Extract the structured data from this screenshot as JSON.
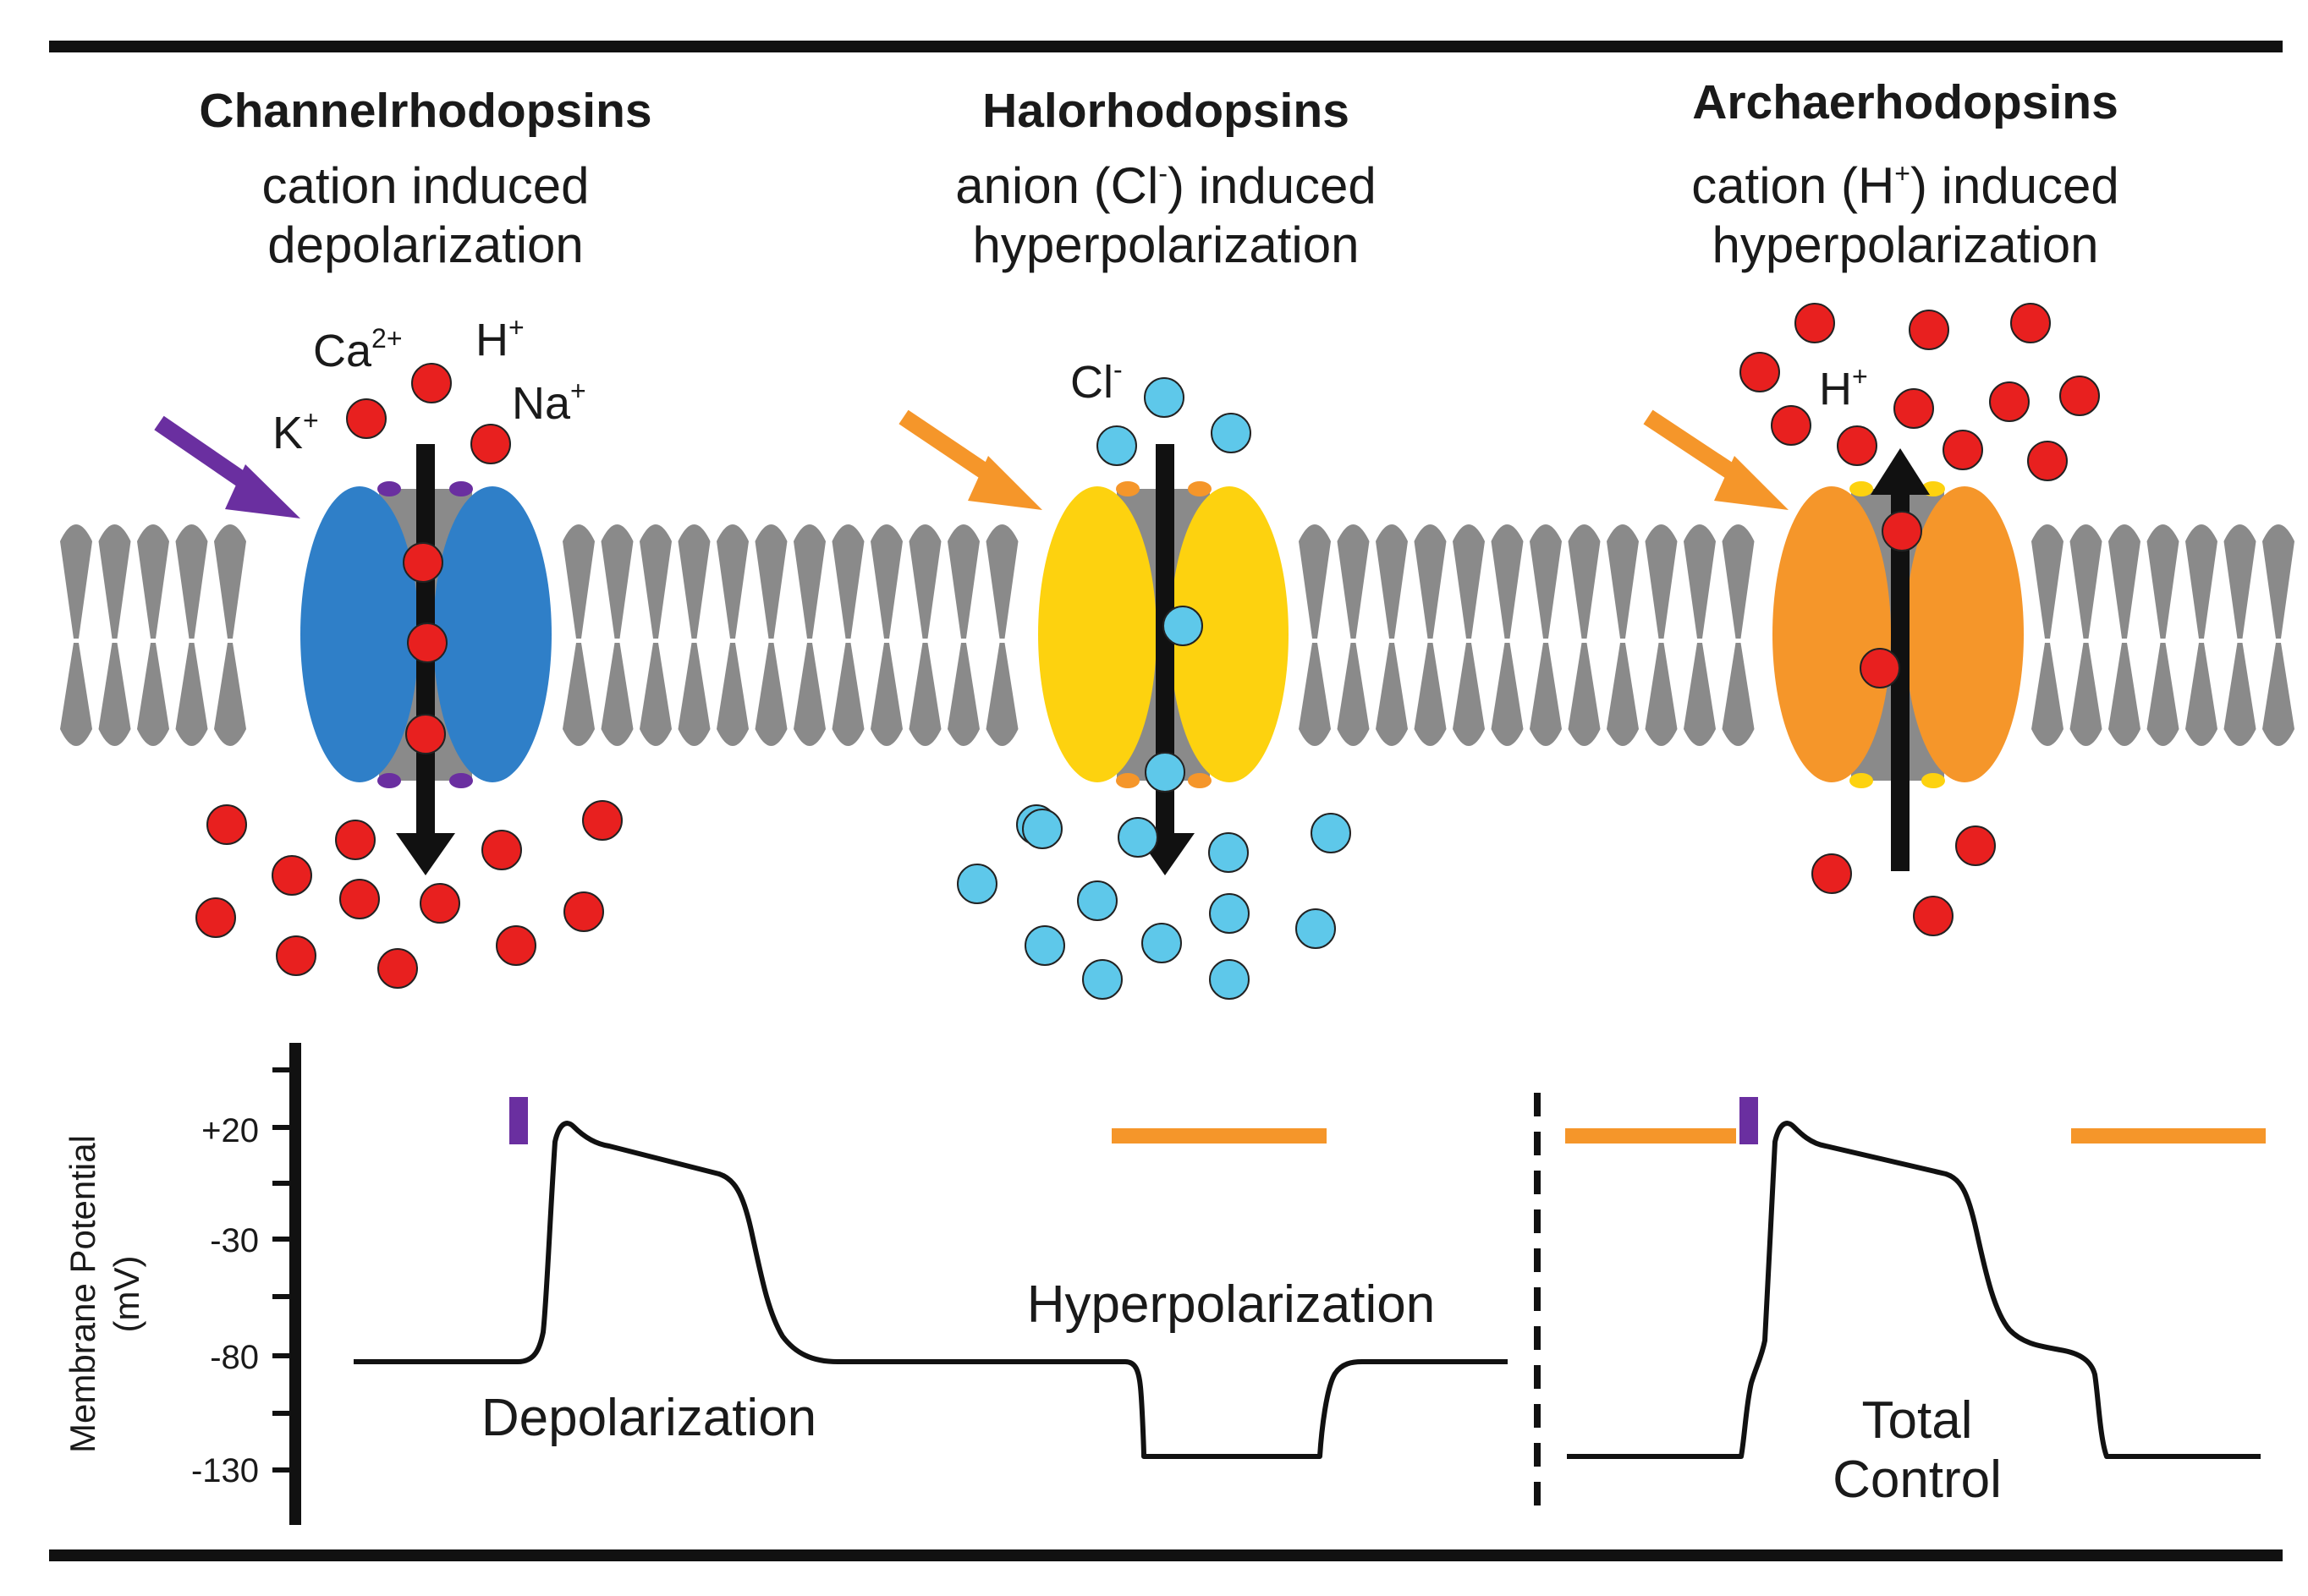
{
  "colors": {
    "channelrhodopsin": "#2f7fc8",
    "halorhodopsin": "#fdd20f",
    "archaerhodopsin": "#f5962a",
    "purple_light": "#6a2fa0",
    "orange_light": "#f5962a",
    "cation": "#e8201f",
    "anion": "#5ec8ea",
    "membrane": "#8a8a8a",
    "trace": "#111111"
  },
  "panels": [
    {
      "title": "Channelrhodopsins",
      "line1": "cation induced",
      "line2": "depolarization"
    },
    {
      "title": "Halorhodopsins",
      "line1_prefix": "anion (Cl",
      "line1_sup": "-",
      "line1_suffix": ") induced",
      "line2": "hyperpolarization"
    },
    {
      "title": "Archaerhodopsins",
      "line1_prefix": "cation (H",
      "line1_sup": "+",
      "line1_suffix": ") induced",
      "line2": "hyperpolarization"
    }
  ],
  "ions": {
    "ca": "Ca",
    "ca_sup": "2+",
    "h": "H",
    "h_sup": "+",
    "na": "Na",
    "na_sup": "+",
    "k": "K",
    "k_sup": "+",
    "cl": "Cl",
    "cl_sup": "-",
    "h3": "H",
    "h3_sup": "+"
  },
  "graph": {
    "axis_label_line1": "Membrane Potential",
    "axis_label_line2": "(mV)",
    "ticks": [
      "+20",
      "-30",
      "-80",
      "-130"
    ],
    "labels": {
      "depolarization": "Depolarization",
      "hyperpolarization": "Hyperpolarization",
      "total_line1": "Total",
      "total_line2": "Control"
    }
  }
}
